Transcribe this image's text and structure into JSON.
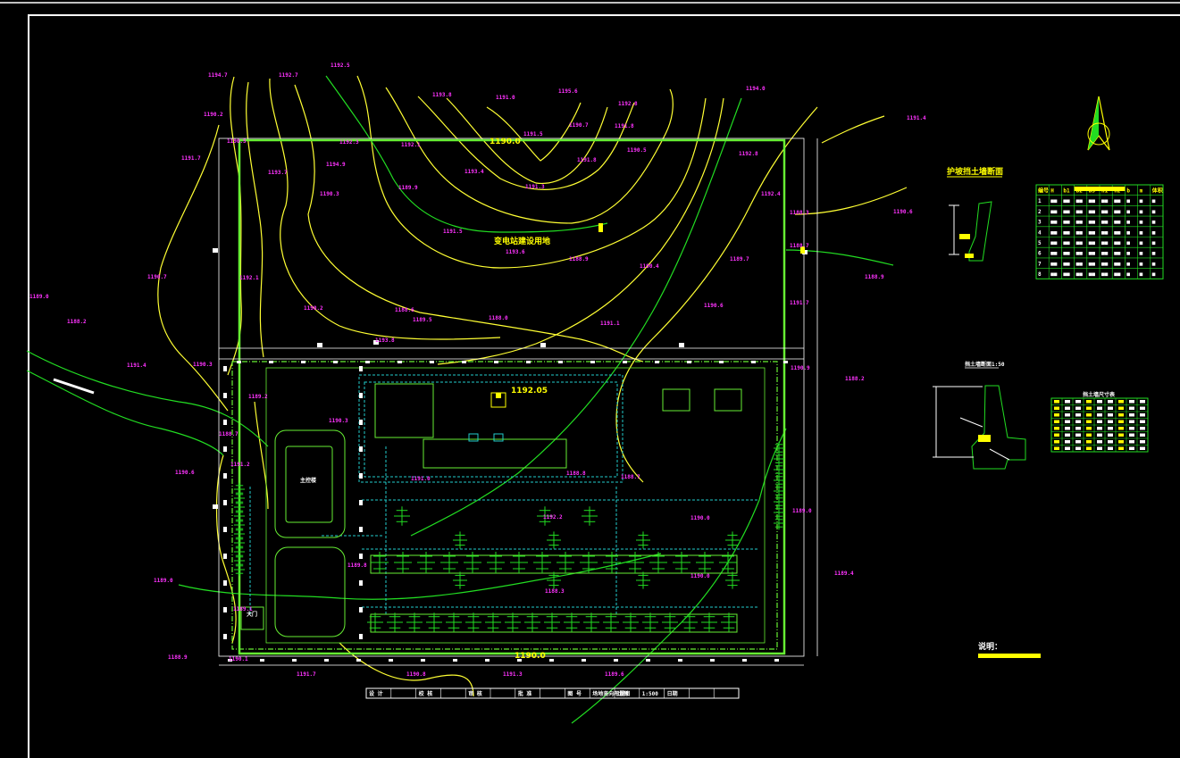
{
  "colors": {
    "background": "#000000",
    "frame": "#ffffff",
    "contour_yellow": "#ffff33",
    "contour_green": "#22dd22",
    "boundary": "#66ee33",
    "elevation_label": "#ff33ff",
    "utility_cyan": "#22cccc",
    "text_yellow": "#ffff00",
    "text_white": "#ffffff"
  },
  "icons": {
    "north_arrow": "north-arrow-icon"
  },
  "plan": {
    "zone_label": "变电站建设用地",
    "main_elevation": "1192.05",
    "top_center_elevation": "1190.0",
    "bottom_center_elevation": "1190.0",
    "building_label": "主控楼",
    "gate_label": "大门"
  },
  "elevations": [
    "1194.7",
    "1192.7",
    "1192.5",
    "1193.8",
    "1191.0",
    "1195.6",
    "1192.8",
    "1194.0",
    "1191.4",
    "1190.2",
    "1190.5",
    "1192.3",
    "1192.1",
    "1193.7",
    "1191.5",
    "1190.7",
    "1191.8",
    "1190.6",
    "1188.9",
    "1191.7",
    "1194.9",
    "1193.4",
    "1192.8",
    "1190.3",
    "1189.9",
    "1191.3",
    "1191.8",
    "1190.5",
    "1192.4",
    "1188.3",
    "1188.7",
    "1190.7",
    "1192.1",
    "1191.5",
    "1193.6",
    "1188.9",
    "1190.4",
    "1191.7",
    "1190.2",
    "1188.6",
    "1189.5",
    "1188.0",
    "1191.1",
    "1190.6",
    "1189.7",
    "1193.8",
    "1190.9",
    "1191.4",
    "1190.3",
    "1188.2",
    "1189.0",
    "1190.6",
    "1188.7",
    "1191.2",
    "1190.3",
    "1189.2",
    "1191.0",
    "1188.8",
    "1190.0",
    "1188.7",
    "1192.2",
    "1189.0",
    "1189.8",
    "1190.0",
    "1188.3",
    "1188.2",
    "1189.4",
    "1189.0",
    "1189.1",
    "1188.9",
    "1190.1",
    "1191.7",
    "1190.8",
    "1191.3",
    "1189.6"
  ],
  "detail": {
    "wall_section_title": "护坡挡土墙断面",
    "section_2_title": "挡土墙断面1:50",
    "table_2_title": "挡土墙尺寸表",
    "notes_label": "说明：",
    "table_1": {
      "header": [
        "编号",
        "H",
        "b1",
        "b2",
        "b3",
        "h1",
        "h2",
        "b",
        "m",
        "体积"
      ],
      "rows": [
        [
          "1",
          "■■",
          "■■",
          "■■",
          "■■",
          "■■",
          "■■",
          "■",
          "■",
          "■"
        ],
        [
          "2",
          "■■",
          "■■",
          "■■",
          "■■",
          "■■",
          "■■",
          "■",
          "■",
          "■"
        ],
        [
          "3",
          "■■",
          "■■",
          "■■",
          "■■",
          "■■",
          "■■",
          "■",
          "■",
          "■"
        ],
        [
          "4",
          "■■",
          "■■",
          "■■",
          "■■",
          "■■",
          "■■",
          "■",
          "■",
          "■"
        ],
        [
          "5",
          "■■",
          "■■",
          "■■",
          "■■",
          "■■",
          "■■",
          "■",
          "■",
          "■"
        ],
        [
          "6",
          "■■",
          "■■",
          "■■",
          "■■",
          "■■",
          "■■",
          "■",
          "■",
          "■"
        ],
        [
          "7",
          "■■",
          "■■",
          "■■",
          "■■",
          "■■",
          "■■",
          "■",
          "■",
          "■"
        ],
        [
          "8",
          "■■",
          "■■",
          "■■",
          "■■",
          "■■",
          "■■",
          "■",
          "■",
          "■"
        ]
      ]
    }
  },
  "title_block": {
    "cells": [
      "设 计",
      "",
      "校 核",
      "",
      "审 核",
      "",
      "批 准",
      "",
      "图 号",
      "场地竖向布置图",
      "比例",
      "1:500",
      "日期",
      "",
      ""
    ]
  }
}
